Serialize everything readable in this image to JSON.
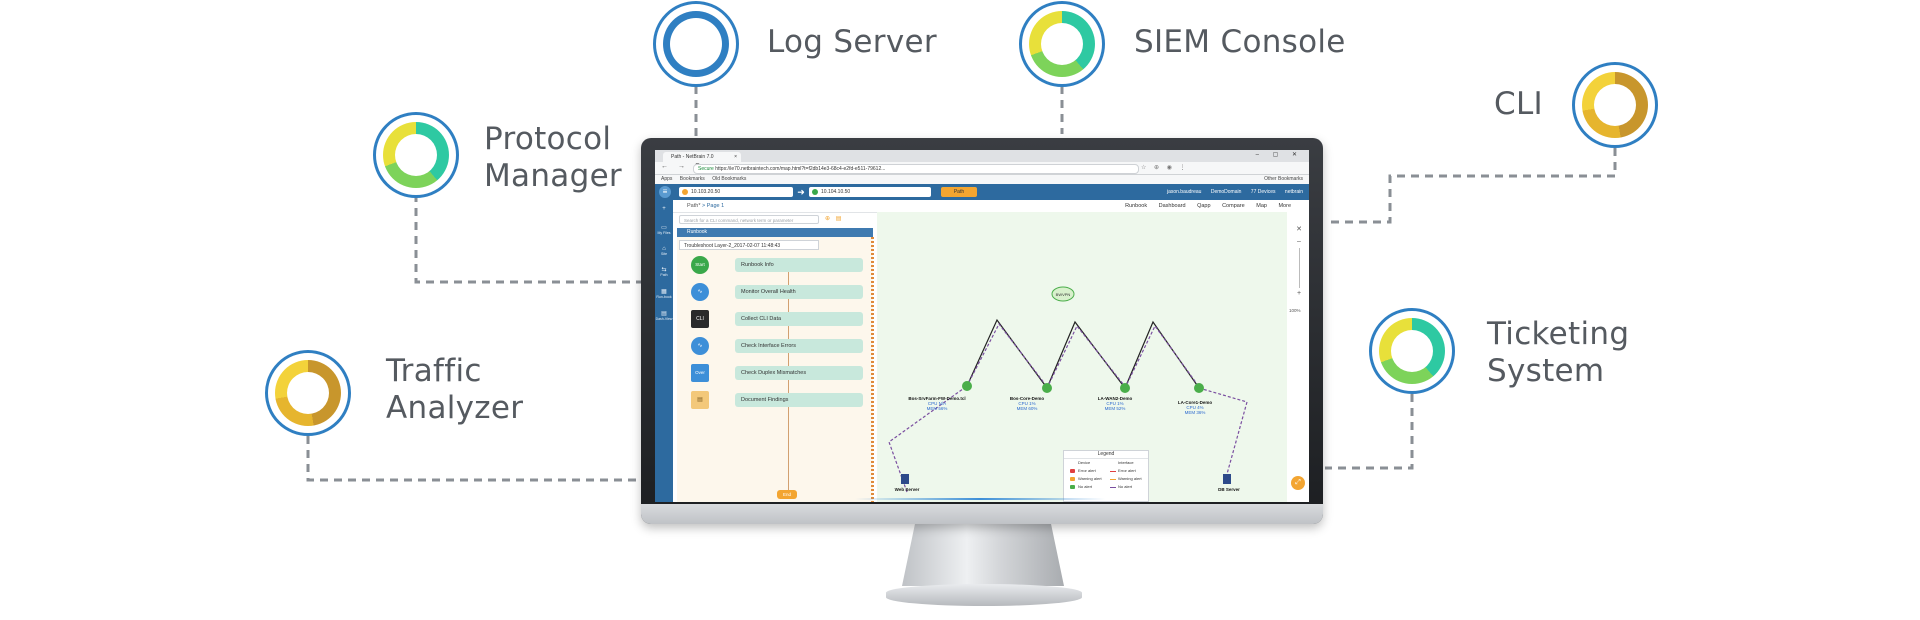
{
  "integrations": {
    "log_server": "Log Server",
    "siem_console": "SIEM Console",
    "cli": "CLI",
    "protocol_manager_line1": "Protocol",
    "protocol_manager_line2": "Manager",
    "traffic_analyzer_line1": "Traffic",
    "traffic_analyzer_line2": "Analyzer",
    "ticketing_system_line1": "Ticketing",
    "ticketing_system_line2": "System"
  },
  "colors": {
    "ring_border": "#2f7fc2",
    "connector": "#8a8f95",
    "app_header": "#2d6a9f",
    "accent_orange": "#f3a531"
  },
  "browser": {
    "tab_title": "Path - NetBrain 7.0",
    "tab_close": "×",
    "window_controls": "– ▢ ✕",
    "nav": "← → C ⌂",
    "secure_label": "Secure",
    "url": "https://ie70.netbraintech.com/map.html?t=f2db14e3-68c4-e2fd-e511-79612...",
    "extensions": "☆ ⊕ ◉ ⋮",
    "bookmarks": [
      "Apps",
      "Bookmarks",
      "Old Bookmarks"
    ],
    "other_bookmarks": "Other Bookmarks"
  },
  "app": {
    "menu_icon": "≡",
    "source_ip": "10.103.20.50",
    "dest_ip": "10.104.10.50",
    "arrow": "➜",
    "path_button": "Path",
    "header_right": [
      "jason.baudreau",
      "DemoDomain",
      "77 Devices",
      "netbrain"
    ],
    "breadcrumb_root": "Path*",
    "breadcrumb_page": "Page 1",
    "toolbar": [
      "Runbook",
      "Dashboard",
      "Qapp",
      "Compare",
      "Map",
      "More"
    ],
    "strip": [
      {
        "icon": "+",
        "label": ""
      },
      {
        "icon": "▭",
        "label": "My Files"
      },
      {
        "icon": "⌂",
        "label": "Site"
      },
      {
        "icon": "⇆",
        "label": "Path"
      },
      {
        "icon": "▦",
        "label": "Run-book"
      },
      {
        "icon": "▤",
        "label": "Dash-View"
      }
    ]
  },
  "runbook": {
    "search_placeholder": "Search for a CLI command, network term or parameter",
    "search_icons": "⊕ ▤",
    "tab_label": "Runbook",
    "selected": "Troubleshoot Layer-2_2017-02-07 11:48:43",
    "steps": [
      {
        "icon": "Start",
        "label": "Runbook Info"
      },
      {
        "icon": "∿",
        "label": "Monitor Overall Health"
      },
      {
        "icon": "CLI",
        "label": "Collect CLI Data"
      },
      {
        "icon": "∿",
        "label": "Check Interface Errors"
      },
      {
        "icon": "Over",
        "label": "Check Duplex Mismatches"
      },
      {
        "icon": "▤",
        "label": "Document Findings"
      }
    ],
    "end": "End"
  },
  "map": {
    "zoom_controls": [
      "✕",
      "–",
      "+"
    ],
    "zoom_level": "100%",
    "corner_icon": "⤢",
    "wan_label": "BWVPN",
    "devices": [
      {
        "name": "Bos-SrvFarm-FW-Demo.tcl",
        "sub": "CPU N/A",
        "sub2": "MEM 56%"
      },
      {
        "name": "Bos-Core-Demo",
        "sub": "CPU 1%",
        "sub2": "MEM 60%"
      },
      {
        "name": "LA-WAN2-Demo",
        "sub": "CPU 1%",
        "sub2": "MEM 52%"
      },
      {
        "name": "LA-Core1-Demo",
        "sub": "CPU 4%",
        "sub2": "MEM 36%"
      }
    ],
    "web_server": "Web Server",
    "db_server": "DB Server",
    "legend": {
      "title": "Legend",
      "col_device": "Device",
      "col_interface": "Interface",
      "rows": [
        {
          "device": "Error alert",
          "interface": "Error alert"
        },
        {
          "device": "Warning alert",
          "interface": "Warning alert"
        },
        {
          "device": "No alert",
          "interface": "No alert"
        }
      ]
    }
  }
}
